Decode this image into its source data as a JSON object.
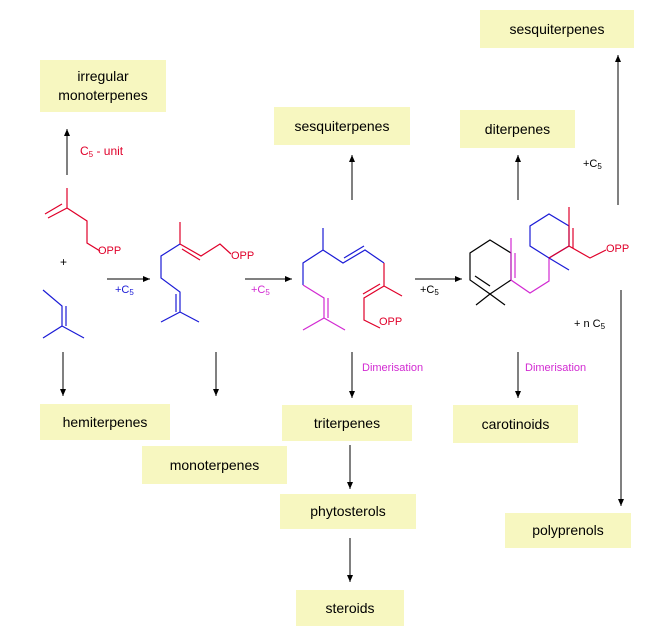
{
  "boxes": {
    "irregular_monoterpenes": "irregular\nmonoterpenes",
    "sesquiterpenes_mid": "sesquiterpenes",
    "sesquiterpenes_top": "sesquiterpenes",
    "diterpenes": "diterpenes",
    "hemiterpenes": "hemiterpenes",
    "monoterpenes": "monoterpenes",
    "triterpenes": "triterpenes",
    "carotinoids": "carotinoids",
    "phytosterols": "phytosterols",
    "steroids": "steroids",
    "polyprenols": "polyprenols"
  },
  "labels": {
    "c5_unit_base": "C",
    "c5_unit_sub": "5",
    "c5_unit_suffix": " - unit",
    "plus": "+",
    "plus_c": "+C",
    "sub5": "5",
    "plus_n_c": "+ n C",
    "dimerisation": "Dimerisation",
    "opp": "OPP"
  },
  "colors": {
    "box_bg": "#f7f7c0",
    "red": "#e0002a",
    "blue": "#1b1bd6",
    "magenta": "#d22ad2",
    "black": "#000000"
  }
}
